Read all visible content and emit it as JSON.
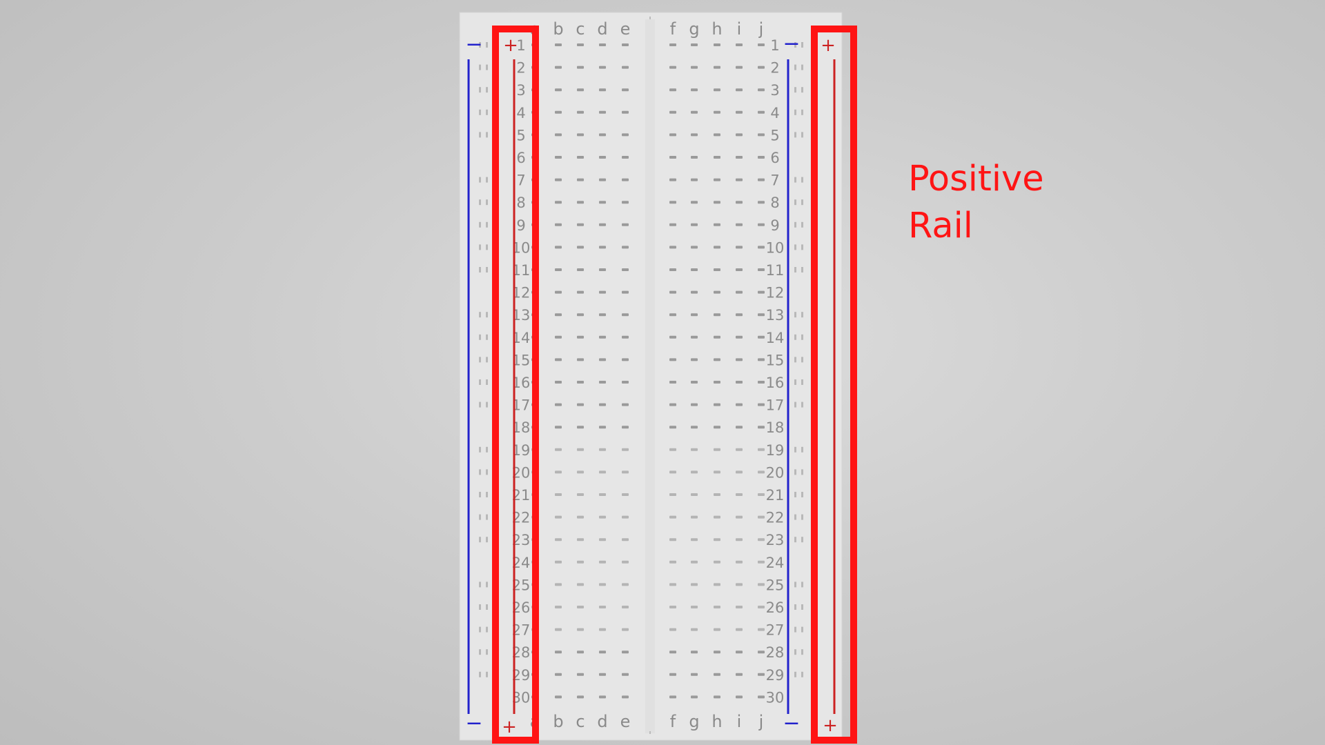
{
  "diagram": {
    "type": "breadboard",
    "rows": 30,
    "columns_left": [
      "a",
      "b",
      "c",
      "d",
      "e"
    ],
    "columns_right": [
      "f",
      "g",
      "h",
      "i",
      "j"
    ],
    "rail_signs": {
      "negative": "−",
      "positive": "+"
    },
    "colors": {
      "negative_rail": "#2222cc",
      "positive_rail": "#cc2222",
      "highlight": "#ff1414",
      "board": "#e6e6e6",
      "label": "#8a8a8a",
      "hole": "#9a9a9a"
    },
    "highlighted": [
      "left positive rail",
      "right positive rail"
    ]
  },
  "annotation": {
    "line1": "Positive",
    "line2": "Rail"
  }
}
